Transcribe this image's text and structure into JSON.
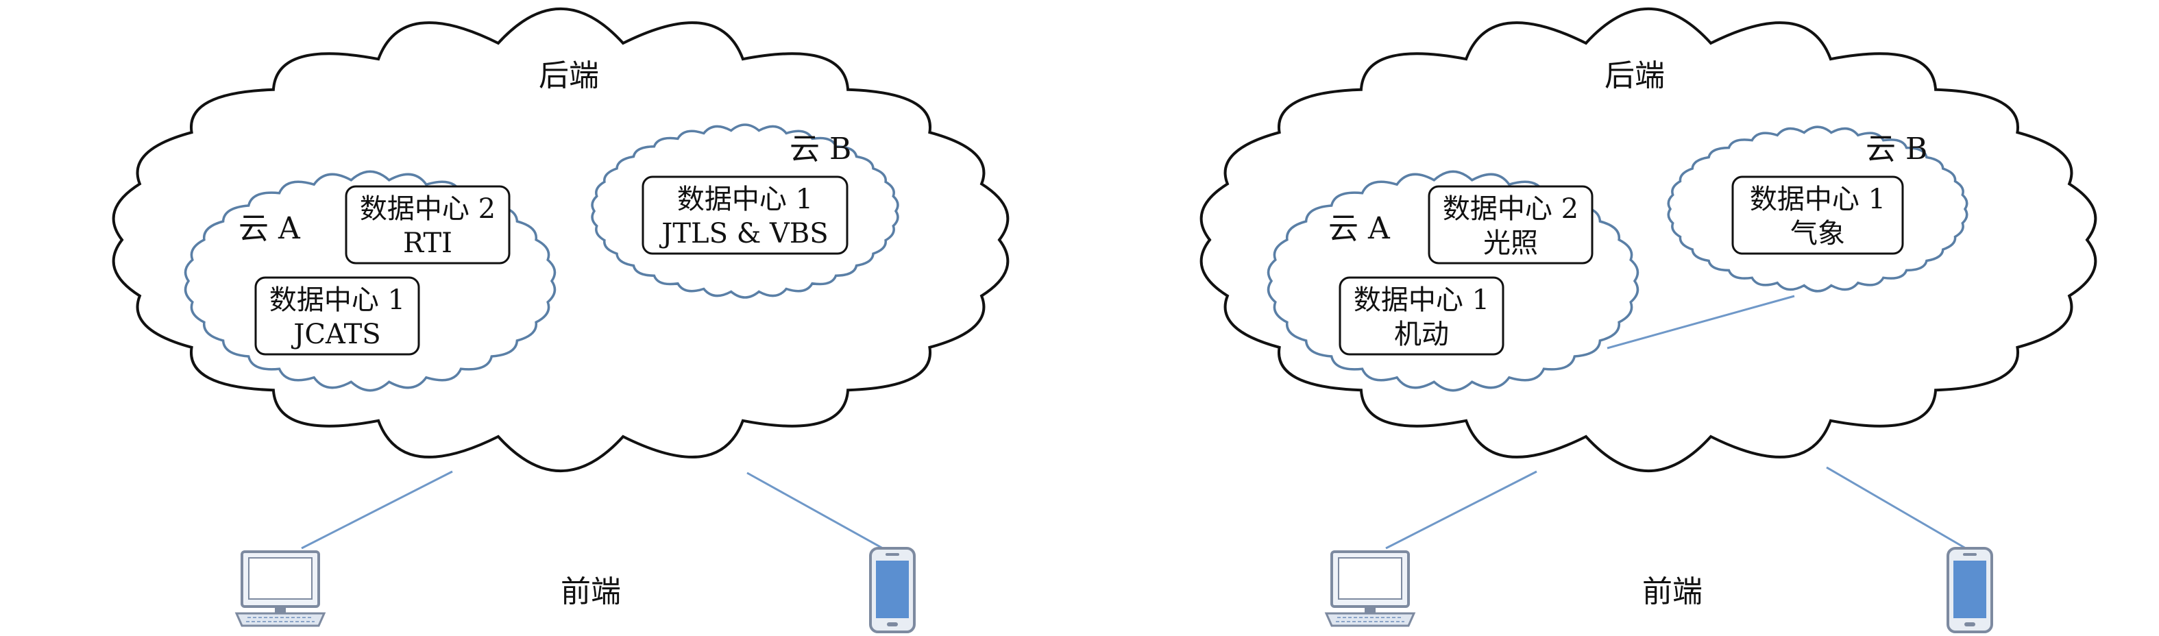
{
  "colors": {
    "outer_cloud_stroke": "#111111",
    "inner_cloud_stroke": "#5a7fa6",
    "connector": "#6f98c8",
    "device_fill": "#5b8fd0",
    "device_stroke": "#7d8aa0",
    "box_stroke": "#111111"
  },
  "icons": {
    "desktop": "desktop-computer-icon",
    "phone": "smartphone-icon"
  },
  "panels": [
    {
      "backend_label": "后端",
      "frontend_label": "前端",
      "cloud_a": {
        "label": "云 A",
        "boxes": [
          {
            "line1": "数据中心 2",
            "line2": "RTI"
          },
          {
            "line1": "数据中心 1",
            "line2": "JCATS"
          }
        ]
      },
      "cloud_b": {
        "label": "云 B",
        "boxes": [
          {
            "line1": "数据中心 1",
            "line2": "JTLS & VBS"
          }
        ]
      }
    },
    {
      "backend_label": "后端",
      "frontend_label": "前端",
      "cloud_a": {
        "label": "云 A",
        "boxes": [
          {
            "line1": "数据中心 2",
            "line2": "光照"
          },
          {
            "line1": "数据中心 1",
            "line2": "机动"
          }
        ]
      },
      "cloud_b": {
        "label": "云 B",
        "boxes": [
          {
            "line1": "数据中心 1",
            "line2": "气象"
          }
        ]
      }
    }
  ]
}
